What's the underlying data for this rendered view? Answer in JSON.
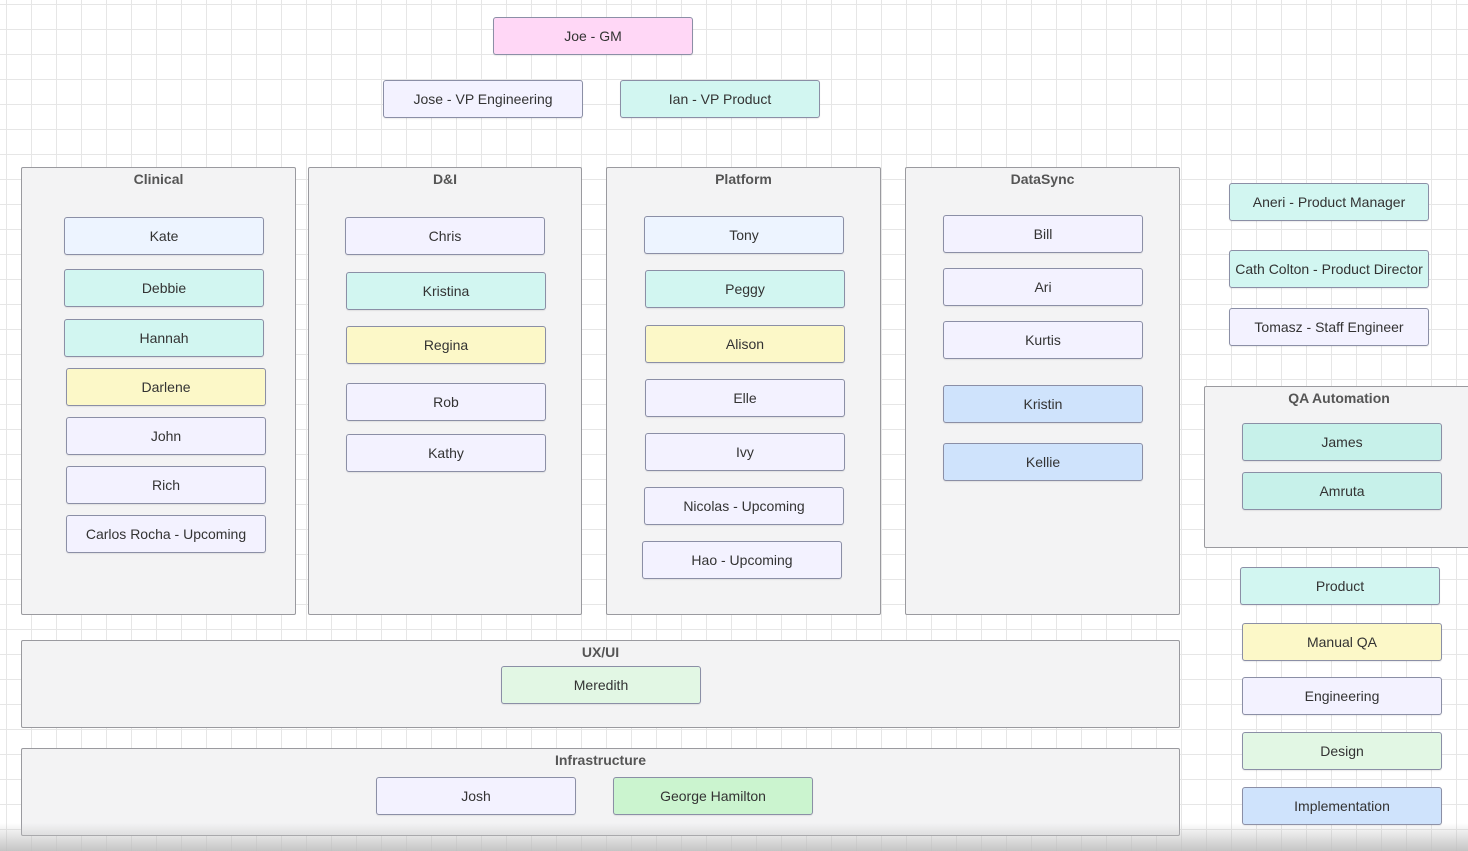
{
  "top": {
    "gm": "Joe - GM",
    "vp_engineering": "Jose - VP Engineering",
    "vp_product": "Ian - VP Product"
  },
  "teams": {
    "clinical": {
      "title": "Clinical",
      "members": [
        "Kate",
        "Debbie",
        "Hannah",
        "Darlene",
        "John",
        "Rich",
        "Carlos Rocha - Upcoming"
      ]
    },
    "dni": {
      "title": "D&I",
      "members": [
        "Chris",
        "Kristina",
        "Regina",
        "Rob",
        "Kathy"
      ]
    },
    "platform": {
      "title": "Platform",
      "members": [
        "Tony",
        "Peggy",
        "Alison",
        "Elle",
        "Ivy",
        "Nicolas - Upcoming",
        "Hao - Upcoming"
      ]
    },
    "datasync": {
      "title": "DataSync",
      "members": [
        "Bill",
        "Ari",
        "Kurtis",
        "Kristin",
        "Kellie"
      ]
    },
    "uxui": {
      "title": "UX/UI",
      "members": [
        "Meredith"
      ]
    },
    "infrastructure": {
      "title": "Infrastructure",
      "members": [
        "Josh",
        "George Hamilton"
      ]
    },
    "qa_automation": {
      "title": "QA Automation",
      "members": [
        "James",
        "Amruta"
      ]
    }
  },
  "side_roles": [
    "Aneri - Product Manager",
    "Cath Colton - Product Director",
    "Tomasz - Staff Engineer"
  ],
  "legend": [
    "Product",
    "Manual QA",
    "Engineering",
    "Design",
    "Implementation"
  ],
  "colors": {
    "gm": "#ffd7f6",
    "product": "#d2f6f1",
    "manual_qa": "#fcf8c8",
    "engineering": "#f3f2ff",
    "design": "#e2f7e4",
    "implementation": "#cfe3fc",
    "container": "#f3f3f4"
  }
}
